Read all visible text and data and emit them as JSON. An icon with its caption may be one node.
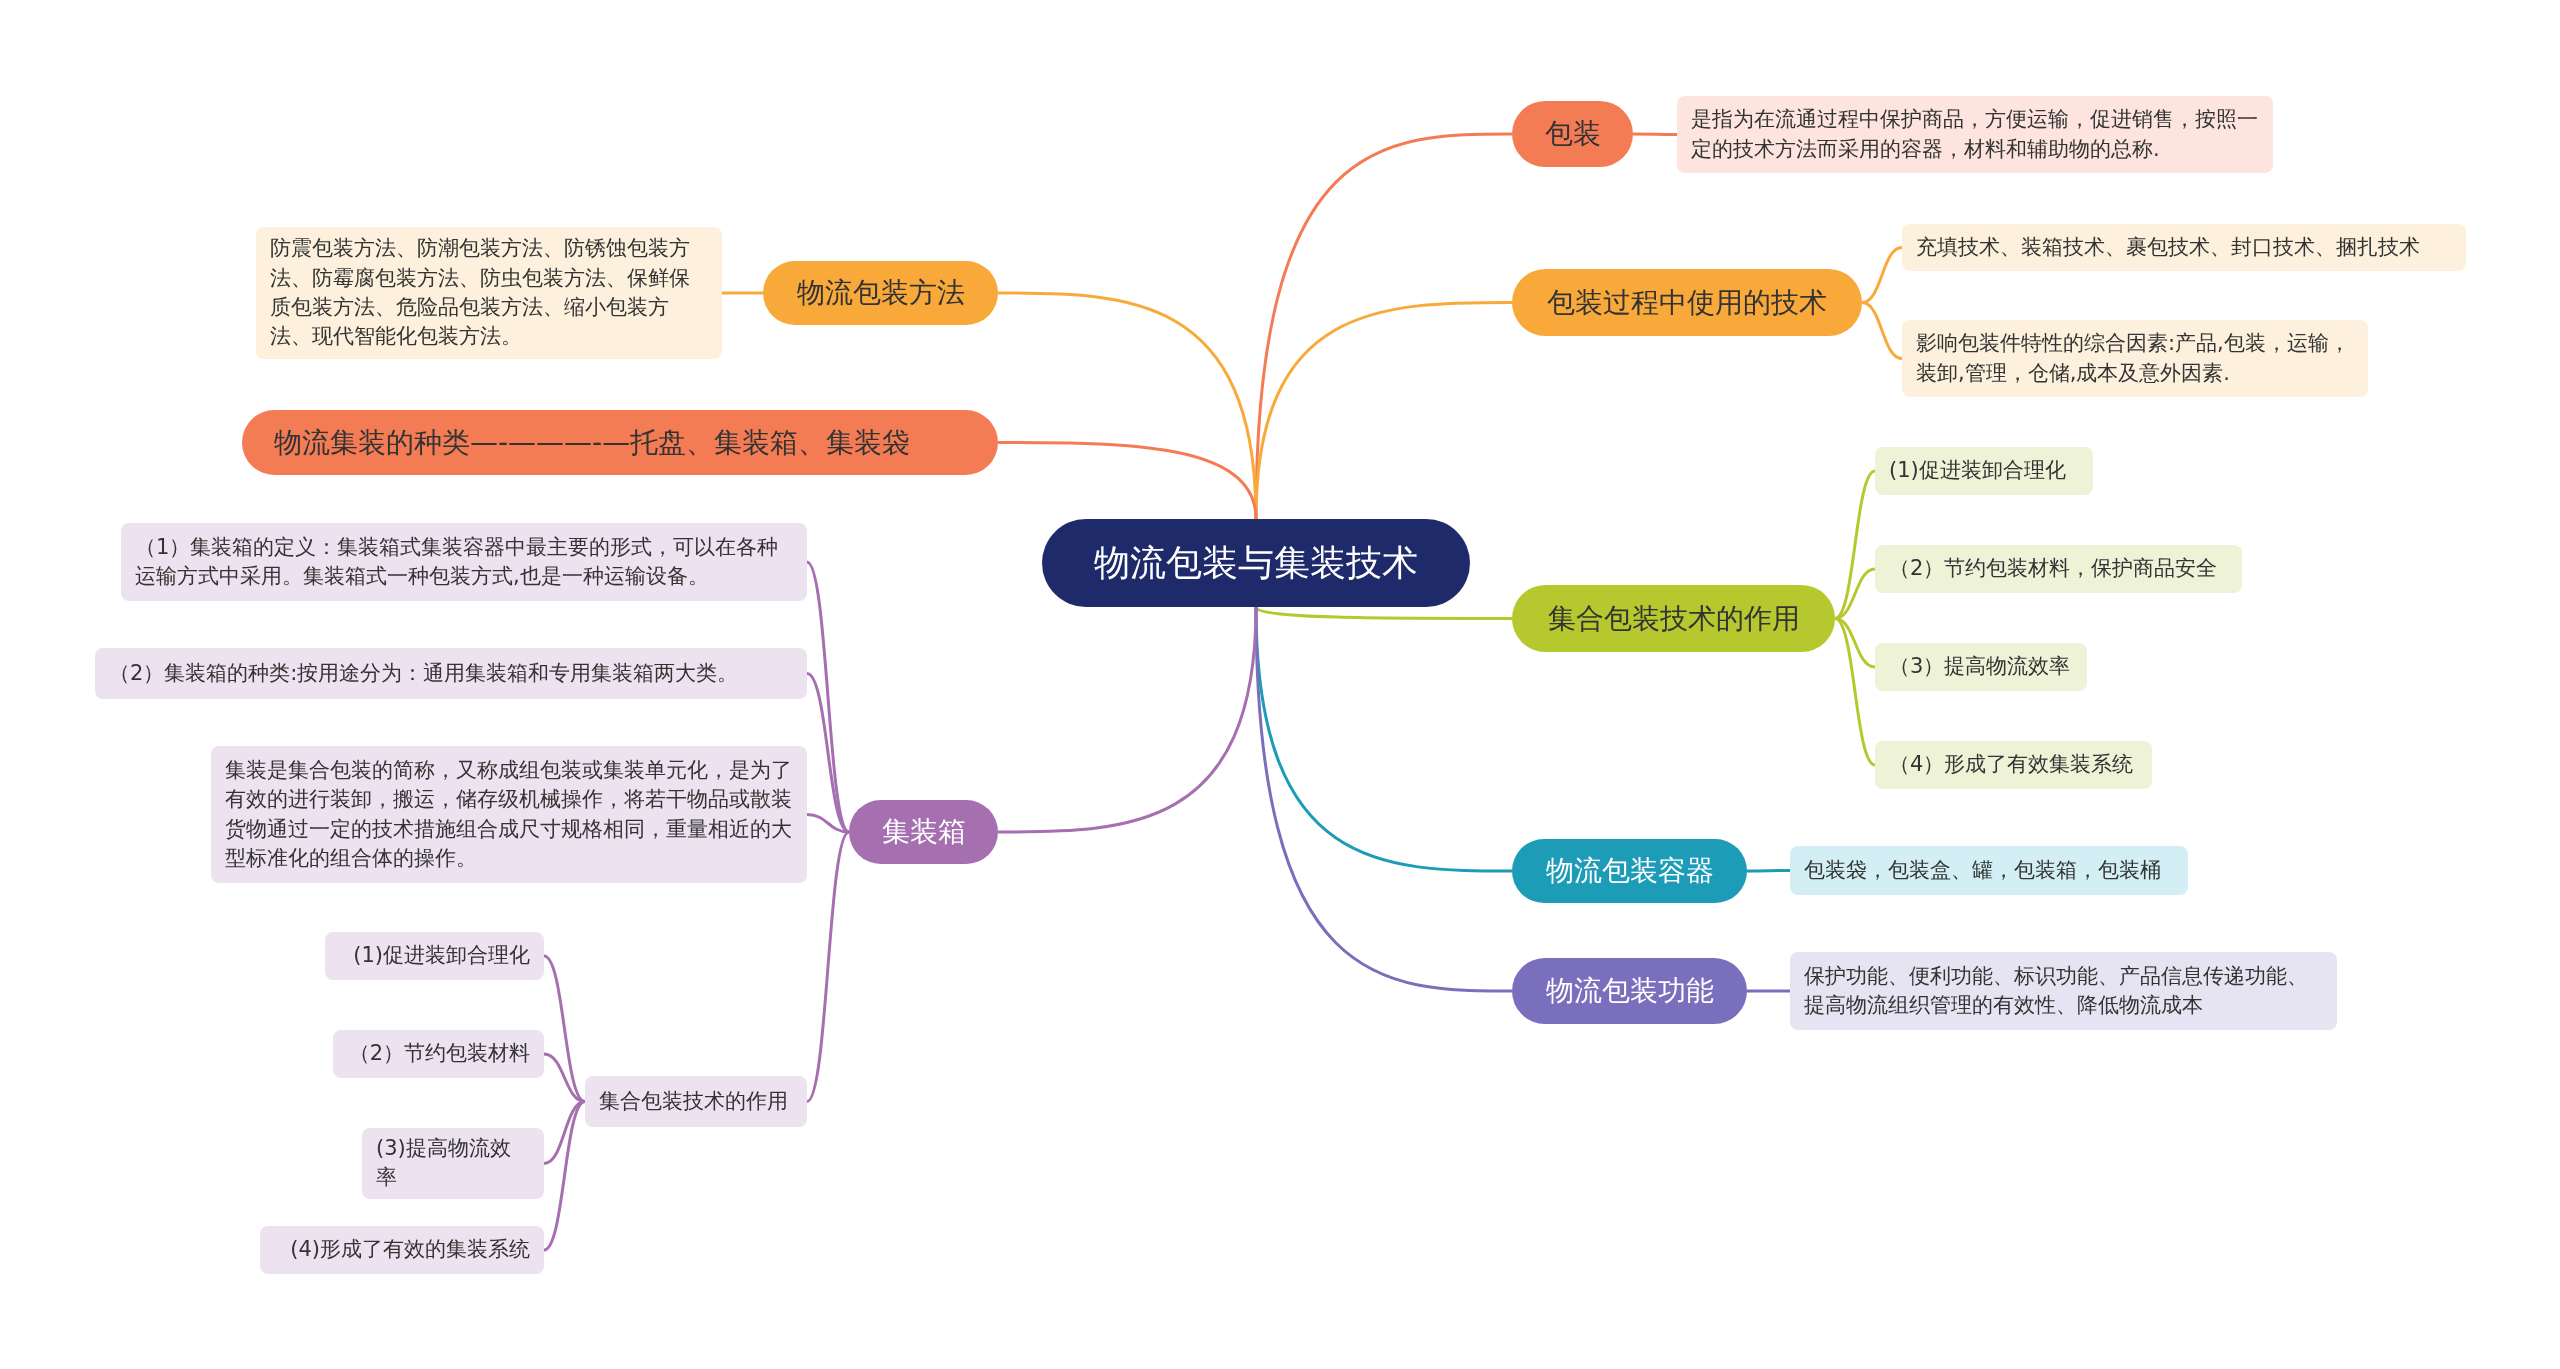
{
  "diagram": {
    "nodes": [
      {
        "text": [
          "物流包装与集装技术"
        ]
      },
      {
        "text": [
          "包装"
        ]
      },
      {
        "text": [
          "是指为在流通过程中保护商品，方便运输，促进销售，按照一定的技术方法而采用的容器，材料和辅助物的总称."
        ]
      },
      {
        "text": [
          "包装过程中使用的技术"
        ]
      },
      {
        "text": [
          "充填技术、装箱技术、裹包技术、封口技术、捆扎技术"
        ]
      },
      {
        "text": [
          "影响包装件特性的综合因素:产品,包装，运输，装卸,管理，仓储,成本及意外因素."
        ]
      },
      {
        "text": [
          "集合包装技术的作用"
        ]
      },
      {
        "text": [
          "(1)促进装卸合理化"
        ]
      },
      {
        "text": [
          "（2）节约包装材料，保护商品安全"
        ]
      },
      {
        "text": [
          "（3）提高物流效率"
        ]
      },
      {
        "text": [
          "（4）形成了有效集装系统"
        ]
      },
      {
        "text": [
          "物流包装容器"
        ]
      },
      {
        "text": [
          "包装袋，包装盒、罐，包装箱，包装桶"
        ]
      },
      {
        "text": [
          "物流包装功能"
        ]
      },
      {
        "text": [
          "保护功能、便利功能、标识功能、产品信息传递功能、提高物流组织管理的有效性、降低物流成本"
        ]
      },
      {
        "text": [
          "物流包装方法"
        ]
      },
      {
        "text": [
          "防震包装方法、防潮包装方法、防锈蚀包装方法、防霉腐包装方法、防虫包装方法、保鲜保质包装方法、危险品包装方法、缩小包装方法、现代智能化包装方法。"
        ]
      },
      {
        "text": [
          "物流集装的种类—-———-—托盘、集装箱、集装袋"
        ]
      },
      {
        "text": [
          "集装箱"
        ]
      },
      {
        "text": [
          "（1）集装箱的定义：集装箱式集装容器中最主要的形式，可以在各种运输方式中采用。集装箱式一种包装方式,也是一种运输设备。"
        ]
      },
      {
        "text": [
          "（2）集装箱的种类:按用途分为：通用集装箱和专用集装箱两大类。"
        ]
      },
      {
        "text": [
          "集装是集合包装的简称，又称成组包装或集装单元化，是为了有效的进行装卸，搬运，储存级机械操作，将若干物品或散装货物通过一定的技术措施组合成尺寸规格相同，重量相近的大型标准化的组合体的操作。"
        ]
      },
      {
        "text": [
          "集合包装技术的作用"
        ]
      },
      {
        "text": [
          "(1)促进装卸合理化"
        ]
      },
      {
        "text": [
          "（2）节约包装材料"
        ]
      },
      {
        "text": [
          "(3)提高物流效率"
        ]
      },
      {
        "text": [
          "(4)形成了有效的集装系统"
        ]
      }
    ],
    "edges": [
      {
        "from": 0,
        "to": 1,
        "arrow": "none",
        "color": "#f47c55"
      },
      {
        "from": 1,
        "to": 2,
        "arrow": "none",
        "color": "#f47c55"
      },
      {
        "from": 0,
        "to": 3,
        "arrow": "none",
        "color": "#f8a93a"
      },
      {
        "from": 3,
        "to": 4,
        "arrow": "none",
        "color": "#f8a93a"
      },
      {
        "from": 3,
        "to": 5,
        "arrow": "none",
        "color": "#f8a93a"
      },
      {
        "from": 0,
        "to": 6,
        "arrow": "none",
        "color": "#b5c82e"
      },
      {
        "from": 6,
        "to": 7,
        "arrow": "none",
        "color": "#b5c82e"
      },
      {
        "from": 6,
        "to": 8,
        "arrow": "none",
        "color": "#b5c82e"
      },
      {
        "from": 6,
        "to": 9,
        "arrow": "none",
        "color": "#b5c82e"
      },
      {
        "from": 6,
        "to": 10,
        "arrow": "none",
        "color": "#b5c82e"
      },
      {
        "from": 0,
        "to": 11,
        "arrow": "none",
        "color": "#1c9cb7"
      },
      {
        "from": 11,
        "to": 12,
        "arrow": "none",
        "color": "#1c9cb7"
      },
      {
        "from": 0,
        "to": 13,
        "arrow": "none",
        "color": "#7a6fbd"
      },
      {
        "from": 13,
        "to": 14,
        "arrow": "none",
        "color": "#7a6fbd"
      },
      {
        "from": 0,
        "to": 15,
        "arrow": "none",
        "color": "#f8a93a"
      },
      {
        "from": 15,
        "to": 16,
        "arrow": "none",
        "color": "#f8a93a"
      },
      {
        "from": 0,
        "to": 17,
        "arrow": "none",
        "color": "#f47c55"
      },
      {
        "from": 0,
        "to": 18,
        "arrow": "none",
        "color": "#a66fb0"
      },
      {
        "from": 18,
        "to": 19,
        "arrow": "none",
        "color": "#a66fb0"
      },
      {
        "from": 18,
        "to": 20,
        "arrow": "none",
        "color": "#a66fb0"
      },
      {
        "from": 18,
        "to": 21,
        "arrow": "none",
        "color": "#a66fb0"
      },
      {
        "from": 18,
        "to": 22,
        "arrow": "none",
        "color": "#a66fb0"
      },
      {
        "from": 22,
        "to": 23,
        "arrow": "none",
        "color": "#a66fb0"
      },
      {
        "from": 22,
        "to": 24,
        "arrow": "none",
        "color": "#a66fb0"
      },
      {
        "from": 22,
        "to": 25,
        "arrow": "none",
        "color": "#a66fb0"
      },
      {
        "from": 22,
        "to": 26,
        "arrow": "none",
        "color": "#a66fb0"
      }
    ]
  }
}
